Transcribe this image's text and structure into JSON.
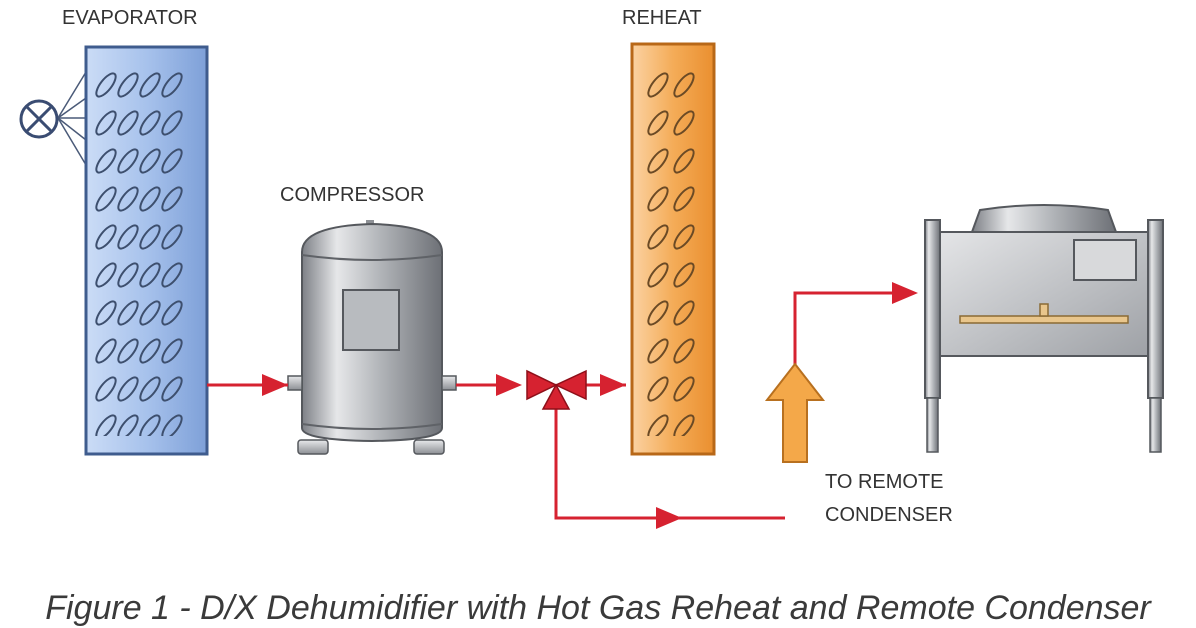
{
  "labels": {
    "evaporator": "EVAPORATOR",
    "reheat": "REHEAT",
    "compressor": "COMPRESSOR",
    "remote_line1": "TO REMOTE",
    "remote_line2": "CONDENSER"
  },
  "caption": "Figure 1 - D/X Dehumidifier with Hot Gas Reheat and Remote Condenser",
  "colors": {
    "refrigerant_line": "#d62230",
    "evaporator_coil": "#9dbbe8",
    "reheat_coil": "#f3a24b",
    "remote_arrow": "#f4a849",
    "equipment_metal": "#a9acb0"
  }
}
